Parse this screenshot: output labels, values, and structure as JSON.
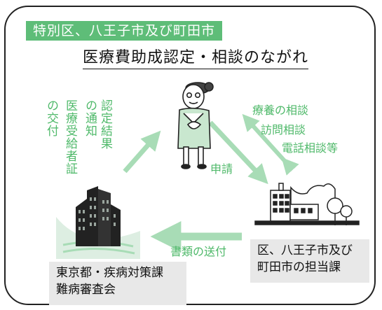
{
  "banner": "特別区、八王子市及び町田市",
  "title": "医療費助成認定・相談のながれ",
  "left_text_columns": [
    "認定結果",
    "の通知",
    "医療受給者証",
    "の交付"
  ],
  "consult_lines": [
    "療養の相談",
    "訪問相談",
    "電話相談等"
  ],
  "apply_label": "申請",
  "send_label": "書類の送付",
  "office_box": [
    "区、八王子市及び",
    "町田市の担当課"
  ],
  "tokyo_box": [
    "東京都・疾病対策課",
    "難病審査会"
  ],
  "colors": {
    "green": "#5ebd78",
    "arrow": "#a8dcb6",
    "box": "#e8e8e8"
  },
  "icons": [
    "person-icon",
    "municipal-building-icon",
    "tokyo-building-icon"
  ]
}
